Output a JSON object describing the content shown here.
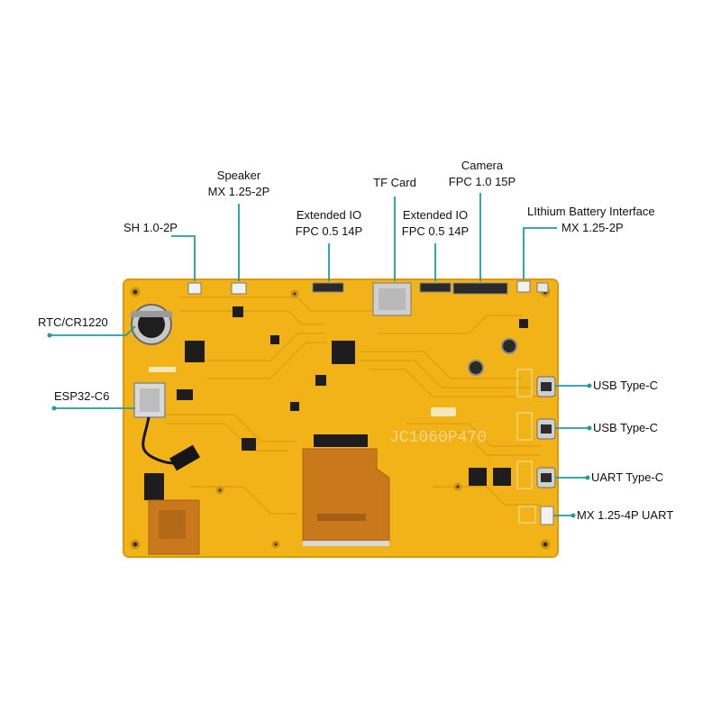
{
  "colors": {
    "board": "#f2b318",
    "board_dark": "#d99a10",
    "trace": "#e8a612",
    "callout": "#1f9e9a",
    "chip": "#1d1d1d",
    "flex": "#c9781c",
    "silkscreen": "#f7e3a8"
  },
  "labels": {
    "speaker": "Speaker",
    "speaker_connector": "MX 1.25-2P",
    "sh_connector": "SH 1.0-2P",
    "extended_io_left": "Extended IO",
    "extended_io_left_connector": "FPC 0.5 14P",
    "tf_card": "TF Card",
    "extended_io_right": "Extended IO",
    "extended_io_right_connector": "FPC 0.5 14P",
    "camera": "Camera",
    "camera_connector": "FPC 1.0 15P",
    "battery": "LIthium Battery Interface",
    "battery_connector": "MX 1.25-2P",
    "rtc": "RTC/CR1220",
    "esp32": "ESP32-C6",
    "usb_1": "USB Type-C",
    "usb_2": "USB Type-C",
    "uart_typec": "UART Type-C",
    "uart_mx": "MX 1.25-4P UART"
  },
  "board": {
    "model": "JC1060P470"
  }
}
